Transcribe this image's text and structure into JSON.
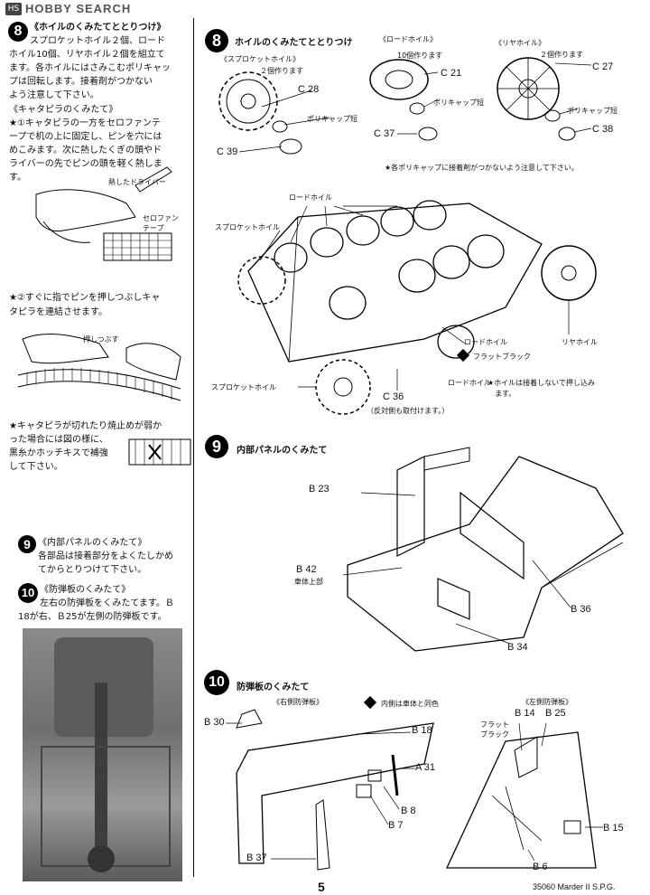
{
  "watermark": {
    "logo_text": "HS",
    "text": "HOBBY SEARCH"
  },
  "left": {
    "step8": {
      "number": "8",
      "heading": "《ホイルのくみたてととりつけ》",
      "lines": [
        "スプロケットホイル２個、ロード",
        "ホイル10個、リヤホイル２個を組立て",
        "ます。各ホイルにはさみこむポリキャッ",
        "プは回転します。接着剤がつかない",
        "よう注意して下さい。"
      ]
    },
    "track": {
      "heading": "《キャタピラのくみたて》",
      "lines1": [
        "★①キャタピラの一方をセロファンテ",
        "ープで机の上に固定し、ピンを穴には",
        "めこみます。次に熱したくぎの頭やド",
        "ライバーの先でピンの頭を軽く熱しま",
        "す。"
      ],
      "driver_label": "熱したドライバー",
      "tape_label": "セロファン\nテープ",
      "lines2": [
        "★②すぐに指でピンを押しつぶしキャ",
        "タピラを連結させます。"
      ],
      "press_label": "押しつぶす",
      "lines3": [
        "★キャタピラが切れたり焼止めが弱か",
        "った場合には図の様に、",
        "黒糸かホッチキスで補強",
        "して下さい。"
      ]
    },
    "step9": {
      "number": "9",
      "heading": "《内部パネルのくみたて》",
      "lines": [
        "各部品は接着部分をよくたしかめ",
        "てからとりつけて下さい。"
      ]
    },
    "step10": {
      "number": "10",
      "heading": "《防弾板のくみたて》",
      "lines": [
        "左右の防弾板をくみたてます。Ｂ",
        "18が右、Ｂ25が左側の防弾板です。"
      ]
    }
  },
  "right": {
    "step8": {
      "number": "8",
      "title": "ホイルのくみたてととりつけ",
      "sprocket_title": "《スプロケットホイル》",
      "sprocket_qty": "２個作ります",
      "road_title": "《ロードホイル》",
      "road_qty": "10個作ります",
      "rear_title": "《リヤホイル》",
      "rear_qty": "２個作ります",
      "polycap": "ポリキャップ短",
      "parts": {
        "c28": "C 28",
        "c39": "C 39",
        "c21": "C 21",
        "c37": "C 37",
        "c27": "C 27",
        "c38": "C 38",
        "c36": "C 36"
      },
      "note_polycap": "★各ポリキャップに接着剤がつかないよう注意して下さい。",
      "lbl_road_top": "ロードホイル",
      "lbl_sprocket_left": "スプロケットホイル",
      "lbl_rear": "リヤホイル",
      "lbl_road_mid": "ロードホイル",
      "lbl_flat_black": "フラットブラック",
      "lbl_road_bottom": "ロードホイル",
      "note_no_glue": "★ホイルは接着しないで押し込み",
      "note_no_glue2": "ます。",
      "lbl_sprocket_bottom": "スプロケットホイル",
      "opposite": "（反対側も取付けます。）"
    },
    "step9": {
      "number": "9",
      "title": "内部パネルのくみたて",
      "parts": {
        "b23": "B 23",
        "b42": "B 42",
        "b36": "B 36",
        "b34": "B 34"
      },
      "b42_note": "車体上部"
    },
    "step10": {
      "number": "10",
      "title": "防弾板のくみたて",
      "right_panel": "《右側防弾板》",
      "left_panel": "《左側防弾板》",
      "same_color_note": "内側は車体と同色",
      "flat_black": "フラット\nブラック",
      "parts": {
        "b30": "B 30",
        "b18": "B 18",
        "a31": "A 31",
        "b8": "B 8",
        "b7": "B 7",
        "b37": "B 37",
        "b14": "B 14",
        "b25": "B 25",
        "b15": "B 15",
        "b6": "B 6"
      }
    }
  },
  "footer": {
    "page_number": "5",
    "product": "35060 Marder II S.P.G."
  },
  "colors": {
    "ink": "#000000",
    "paper": "#ffffff",
    "watermark": "#555555"
  }
}
